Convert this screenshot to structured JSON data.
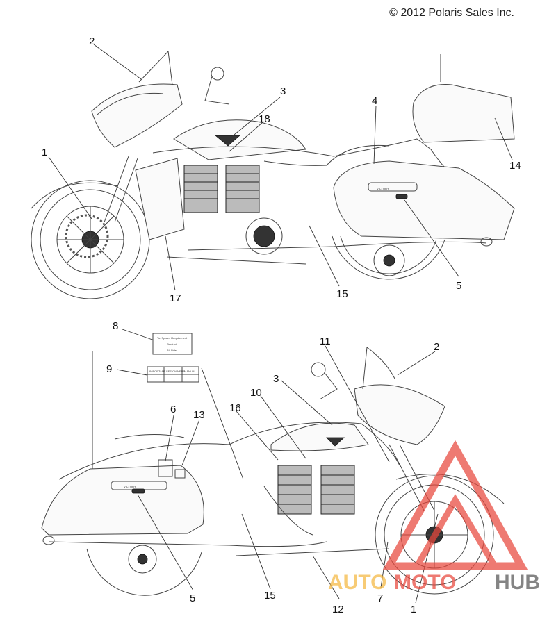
{
  "copyright": "© 2012 Polaris Sales Inc.",
  "callouts_top": [
    "2",
    "3",
    "4",
    "18",
    "1",
    "14",
    "17",
    "15",
    "5"
  ],
  "callouts_bottom": [
    "8",
    "11",
    "2",
    "9",
    "3",
    "10",
    "16",
    "6",
    "13",
    "5",
    "15",
    "12",
    "7",
    "1"
  ],
  "label_8": [
    "To: Spares Requirement",
    "Product",
    "BL Side"
  ],
  "label_9": [
    "IMPORTANT",
    "SEE OWNERS",
    "MANUAL"
  ],
  "watermark": {
    "part1": "AUTO",
    "part2": "MOTO",
    "part3": "HUB",
    "colors": {
      "orange": "#f5b841",
      "red": "#e8473c",
      "gray": "#555555"
    }
  },
  "badge_text": "VICTORY"
}
